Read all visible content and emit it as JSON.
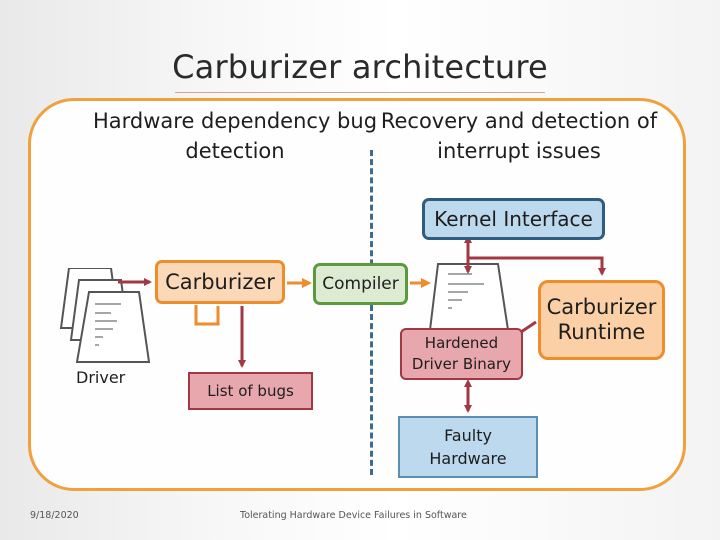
{
  "slide": {
    "title": "Carburizer architecture",
    "heading_left_line1": "Hardware dependency bug",
    "heading_left_line2": "detection",
    "heading_right_line1": "Recovery and detection of",
    "heading_right_line2": "interrupt issues"
  },
  "nodes": {
    "kernel_interface": "Kernel Interface",
    "carburizer": "Carburizer",
    "compiler": "Compiler",
    "carburizer_runtime_line1": "Carburizer",
    "carburizer_runtime_line2": "Runtime",
    "list_of_bugs": "List of bugs",
    "hardened_line1": "Hardened",
    "hardened_line2": "Driver Binary",
    "faulty_line1": "Faulty",
    "faulty_line2": "Hardware",
    "driver": "Driver"
  },
  "colors": {
    "frame": "#f0a03c",
    "orange_border": "#ef8c2c",
    "blue_border": "#2e5d80",
    "green_border": "#5a9a3c",
    "red_arrow": "#a23844"
  },
  "footer": {
    "date": "9/18/2020",
    "caption": "Tolerating Hardware Device Failures in Software"
  }
}
